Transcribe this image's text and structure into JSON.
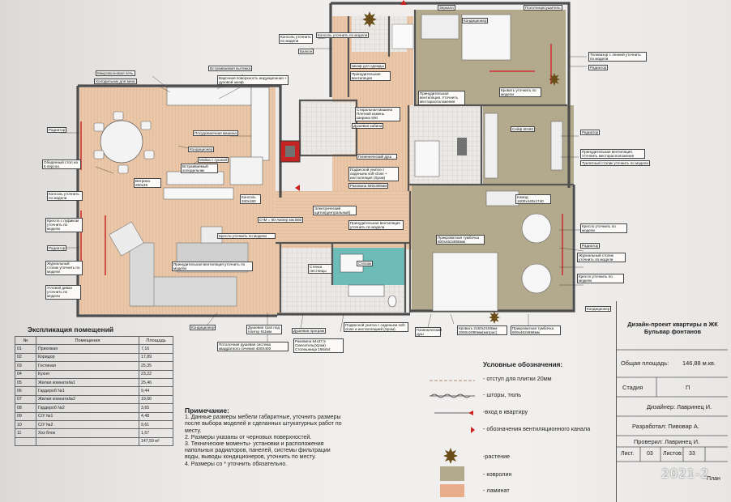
{
  "plan_labels": {
    "microwave": "Микроволновая печь",
    "fridge_wine": "Холодильник для вина",
    "hood": "Встраиваемая вытяжка",
    "cooktop": "Варочная поверхность индукционная + духовой шкаф",
    "dishwasher": "Посудомоечная машина",
    "wash_dryer": "Мойка с сушкой",
    "conditioner_top": "Кондиционер",
    "fridge_builtin": "Встраиваемый холодильник",
    "dining_table": "Обеденный стол на 6 персон",
    "radiator_left": "Радиатор",
    "showcase": "Витрина 250х45",
    "console_mid": "Консоль 340х180",
    "console_left": "Консоль уточнить по модели",
    "armchair": "Кресло с пуфиком уточнить по модели",
    "radiator_left2": "Радиатор",
    "coffee_table": "Журнальный столик уточнить по модели",
    "corner_sofa": "Угловой диван уточнить по модели",
    "forced_vent": "Принудительная вентиляция уточнить по модели",
    "chair_mid": "Кресло уточнить по модели",
    "conditioner_bottom": "Кондиционер",
    "shower_tray": "Душевая трап под плитку 911мм",
    "shower_prog": "Душевая програм",
    "ceiling_system": "Потолочная душевая система квадратного сечения 400Х400",
    "sink": "Раковина 64х37,5 Смеситель(Хром) Столешница 166х54",
    "wall_toilet": "Подвесной унитаз с сиденьем soft-close и инсталляцией (Хром)",
    "hygienic_shower": "Гигиенический душ",
    "console_top": "Консоль уточнить по модели",
    "balcony": "Балкон",
    "wardrobe": "Шкаф для одежды",
    "forced_vent2": "Принудительная вентиляция",
    "shower_cabin": "Душевая кабина",
    "conditioner_bed": "Кондиционер",
    "tv": "Телевизор с ленинй уточнить по модели",
    "radiator_bed1": "Радиатор",
    "bed_top": "Кровать уточнить по модели",
    "forced_vent_bed": "Принудительная вентиляция. Уточнить местарасположения",
    "safe": "Сейф 60х60",
    "radiator_right": "Радиатор",
    "forced_vent_right": "Принудительная вентиляция. Уточнить месторасположения",
    "dresser_table": "Туалетный столик уточнить по модели",
    "chest": "Комод 1600х440х1740",
    "bedside_table": "Прикроватная тумбочка 600х462х858мм",
    "armchair_right": "Кресло уточнить по модели",
    "radiator_right2": "Радиатор",
    "coffee_table_right": "Журнальный столик уточнить по модели",
    "armchair_right2": "Кресло уточнить по модели",
    "conditioner_right": "Кондиционер",
    "bed_bottom": "Кровать 2150х2150мм 2060х2090мм(матрас)",
    "bedside_bottom": "Прикроватная тумбочка 609х462х858мм",
    "hygienic_bottom": "Гигиенический душ",
    "hygienic_mid": "Гигиенический душ",
    "toilet_mid": "Подвесной унитаз с сиденьем soft-close + инсталляция (Хром)",
    "sink_mid": "Раковина 560х380мм",
    "electric": "Электрический щиток(центральный)",
    "switch": "СчМ = 60-Ампер мм В60",
    "forced_vent_hall": "Принудительная вентиляция уточнить по модели",
    "shelf_mid": "Стенка лестницы",
    "closet_mid": "Стелаж",
    "console_right_top": "Консоль уточнить по модели",
    "washing_machine": "Стиральная машина Плеткий камень Ширина 600",
    "mirror": "Зеркало",
    "heater_bath": "Полотенцесушитель"
  },
  "explication": {
    "title": "Экспликация помещений",
    "headers": [
      "№",
      "Помещения",
      "Площадь"
    ],
    "rows": [
      [
        "01",
        "Прихожая",
        "7,16"
      ],
      [
        "02",
        "Коридор",
        "17,89"
      ],
      [
        "03",
        "Гостиная",
        "25,35"
      ],
      [
        "04",
        "Кухня",
        "23,22"
      ],
      [
        "05",
        "Жилая комната№1",
        "25,46"
      ],
      [
        "06",
        "Гардероб №1",
        "9,44"
      ],
      [
        "07",
        "Жилая комната№2",
        "19,66"
      ],
      [
        "08",
        "Гардероб №2",
        "3,65"
      ],
      [
        "09",
        "С/У №1",
        "4,48"
      ],
      [
        "10",
        "С/У №2",
        "9,61"
      ],
      [
        "11",
        "Хоз блок",
        "1,67"
      ]
    ],
    "total": "147,59 м²"
  },
  "notes": {
    "title": "Примечание:",
    "lines": [
      "1. Данные размеры мебели габаритные, уточнить размеры",
      "после выбора моделей и сделанных штукатурных работ по",
      "месту.",
      "2. Размеры указаны от черновых поверхностей.",
      "3. Технические моменты- установки и расположения",
      "напольных радиаторов, панелей,  системы фильтрации",
      "воды, выводы кондиционеров, уточнить по месту.",
      "4. Размеры со * уточнить обязательно."
    ]
  },
  "legend": {
    "title": "Условные обозначения:",
    "items": [
      "- отступ для плитки 20мм",
      "- шторы, тюль",
      "-вход в квартиру",
      "- обозначения вентиляционного канала",
      "-растение",
      "- ковролин",
      "- ламинат"
    ]
  },
  "stamp": {
    "title": "Дизайн-проект квартиры в ЖК Бульвар фонтанов",
    "area_label": "Общая площадь:",
    "area_value": "146,88 м.кв.",
    "stage_label": "Стадия",
    "stage_value": "П",
    "designer": "Дизайнер: Лавринец И.",
    "developer": "Разработал: Пивовар А.",
    "checked": "Проверил: Лавринец И.",
    "sheet_label": "Лист.",
    "sheet_value": "03",
    "sheets_label": "Листов:",
    "sheets_value": "33",
    "plan_name": "План"
  },
  "year_stamp": "2021-2"
}
